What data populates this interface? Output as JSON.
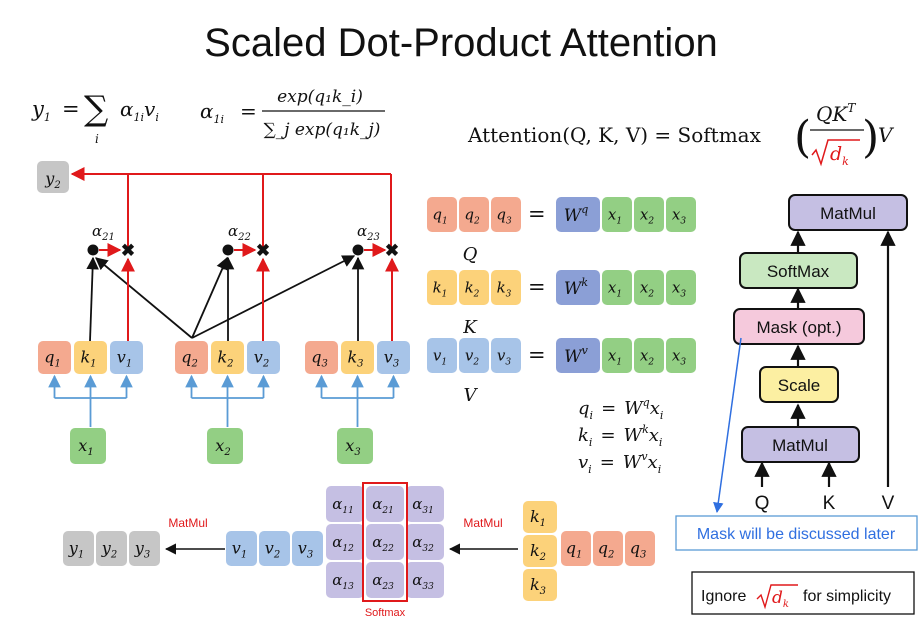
{
  "title": "Scaled Dot-Product Attention",
  "colors": {
    "q": "#f4a98f",
    "k": "#fcd27a",
    "v": "#a7c4e8",
    "w": "#8b9fd6",
    "x": "#93cf84",
    "alpha": "#c5bfe3",
    "y": "#c6c6c6",
    "red": "#e0191b",
    "blue": "#2f6fe0",
    "arrow_blue": "#5a9bd5"
  },
  "formulas": {
    "y_sum": {
      "lhs": "y",
      "sub": "1",
      "eq": "=",
      "sum": "∑",
      "idx": "i",
      "a": "α",
      "asub": "1i",
      "v": "v",
      "vsub": "i"
    },
    "alpha_def": {
      "lhs": "α",
      "lhs_sub": "1i",
      "eq": "=",
      "num": "exp(q₁k_i)",
      "den": "∑_j exp(q₁k_j)"
    },
    "attention": {
      "lhs": "Attention(Q, K, V) = Softmax",
      "num": "QK",
      "sup": "T",
      "den": "d",
      "den_sub": "k",
      "tail": "V"
    }
  },
  "diagram": {
    "y_top": {
      "label": "y",
      "sub": "2"
    },
    "alphas": [
      {
        "label": "α",
        "sub": "21"
      },
      {
        "label": "α",
        "sub": "22"
      },
      {
        "label": "α",
        "sub": "23"
      }
    ],
    "groups": [
      {
        "q": {
          "l": "q",
          "s": "1"
        },
        "k": {
          "l": "k",
          "s": "1"
        },
        "v": {
          "l": "v",
          "s": "1"
        },
        "x": {
          "l": "x",
          "s": "1"
        }
      },
      {
        "q": {
          "l": "q",
          "s": "2"
        },
        "k": {
          "l": "k",
          "s": "2"
        },
        "v": {
          "l": "v",
          "s": "2"
        },
        "x": {
          "l": "x",
          "s": "2"
        }
      },
      {
        "q": {
          "l": "q",
          "s": "3"
        },
        "k": {
          "l": "k",
          "s": "3"
        },
        "v": {
          "l": "v",
          "s": "3"
        },
        "x": {
          "l": "x",
          "s": "3"
        }
      }
    ]
  },
  "projections": [
    {
      "lhs": [
        {
          "l": "q",
          "s": "1"
        },
        {
          "l": "q",
          "s": "2"
        },
        {
          "l": "q",
          "s": "3"
        }
      ],
      "eq": "=",
      "w": {
        "l": "W",
        "s": "q"
      },
      "xs": [
        {
          "l": "x",
          "s": "1"
        },
        {
          "l": "x",
          "s": "2"
        },
        {
          "l": "x",
          "s": "3"
        }
      ],
      "name": "Q"
    },
    {
      "lhs": [
        {
          "l": "k",
          "s": "1"
        },
        {
          "l": "k",
          "s": "2"
        },
        {
          "l": "k",
          "s": "3"
        }
      ],
      "eq": "=",
      "w": {
        "l": "W",
        "s": "k"
      },
      "xs": [
        {
          "l": "x",
          "s": "1"
        },
        {
          "l": "x",
          "s": "2"
        },
        {
          "l": "x",
          "s": "3"
        }
      ],
      "name": "K"
    },
    {
      "lhs": [
        {
          "l": "v",
          "s": "1"
        },
        {
          "l": "v",
          "s": "2"
        },
        {
          "l": "v",
          "s": "3"
        }
      ],
      "eq": "=",
      "w": {
        "l": "W",
        "s": "v"
      },
      "xs": [
        {
          "l": "x",
          "s": "1"
        },
        {
          "l": "x",
          "s": "2"
        },
        {
          "l": "x",
          "s": "3"
        }
      ],
      "name": "V"
    }
  ],
  "defs": [
    {
      "lhs": "q",
      "sub": "i",
      "eq": "=",
      "w": "W",
      "sup": "q",
      "x": "x",
      "xsub": "i"
    },
    {
      "lhs": "k",
      "sub": "i",
      "eq": "=",
      "w": "W",
      "sup": "k",
      "x": "x",
      "xsub": "i"
    },
    {
      "lhs": "v",
      "sub": "i",
      "eq": "=",
      "w": "W",
      "sup": "v",
      "x": "x",
      "xsub": "i"
    }
  ],
  "matrix": {
    "y_row": [
      {
        "l": "y",
        "s": "1"
      },
      {
        "l": "y",
        "s": "2"
      },
      {
        "l": "y",
        "s": "3"
      }
    ],
    "v_row": [
      {
        "l": "v",
        "s": "1"
      },
      {
        "l": "v",
        "s": "2"
      },
      {
        "l": "v",
        "s": "3"
      }
    ],
    "alpha_grid": [
      [
        {
          "l": "α",
          "s": "11"
        },
        {
          "l": "α",
          "s": "21"
        },
        {
          "l": "α",
          "s": "31"
        }
      ],
      [
        {
          "l": "α",
          "s": "12"
        },
        {
          "l": "α",
          "s": "22"
        },
        {
          "l": "α",
          "s": "32"
        }
      ],
      [
        {
          "l": "α",
          "s": "13"
        },
        {
          "l": "α",
          "s": "23"
        },
        {
          "l": "α",
          "s": "33"
        }
      ]
    ],
    "k_col": [
      {
        "l": "k",
        "s": "1"
      },
      {
        "l": "k",
        "s": "2"
      },
      {
        "l": "k",
        "s": "3"
      }
    ],
    "q_row": [
      {
        "l": "q",
        "s": "1"
      },
      {
        "l": "q",
        "s": "2"
      },
      {
        "l": "q",
        "s": "3"
      }
    ],
    "matmul_left": "MatMul",
    "matmul_right": "MatMul",
    "softmax": "Softmax"
  },
  "flow": {
    "blocks": [
      "MatMul",
      "SoftMax",
      "Mask (opt.)",
      "Scale",
      "MatMul"
    ],
    "inputs": [
      "Q",
      "K",
      "V"
    ],
    "mask_note": "Mask will be discussed later",
    "ignore_pre": "Ignore",
    "ignore_d": "d",
    "ignore_sub": "k",
    "ignore_post": "for simplicity"
  }
}
